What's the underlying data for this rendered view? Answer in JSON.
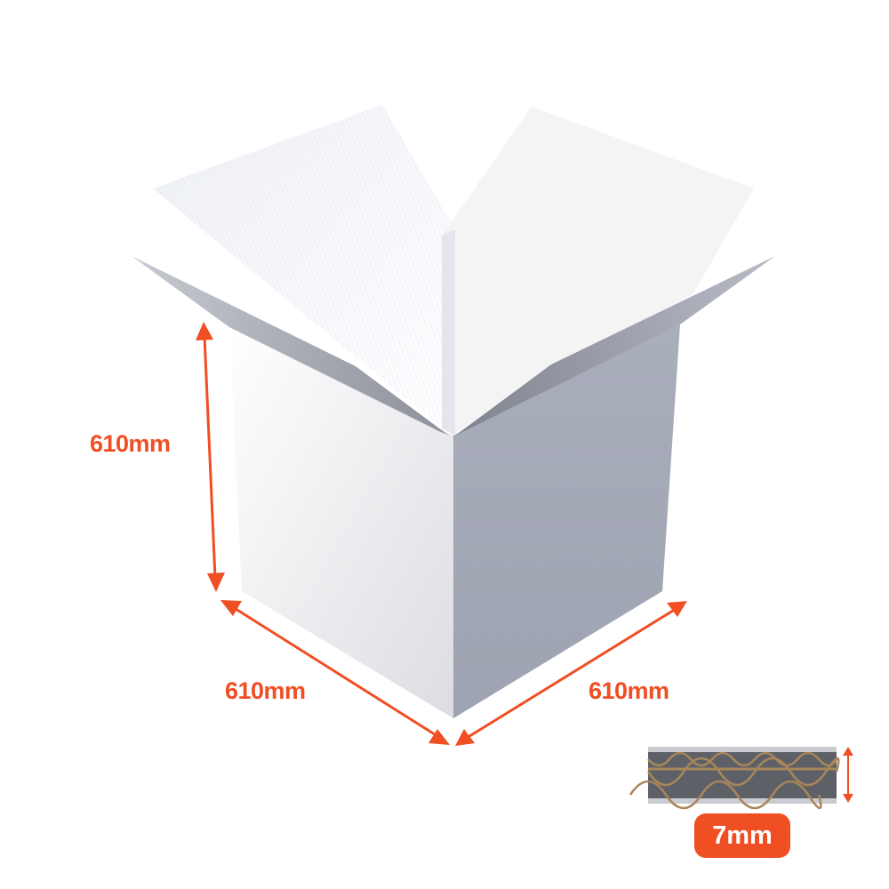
{
  "dimensions": {
    "height": "610mm",
    "length": "610mm",
    "width": "610mm"
  },
  "board_thickness": "7mm",
  "colors": {
    "accent": "#F04E23",
    "flute": "#A8865A",
    "board": "#5E6068"
  }
}
